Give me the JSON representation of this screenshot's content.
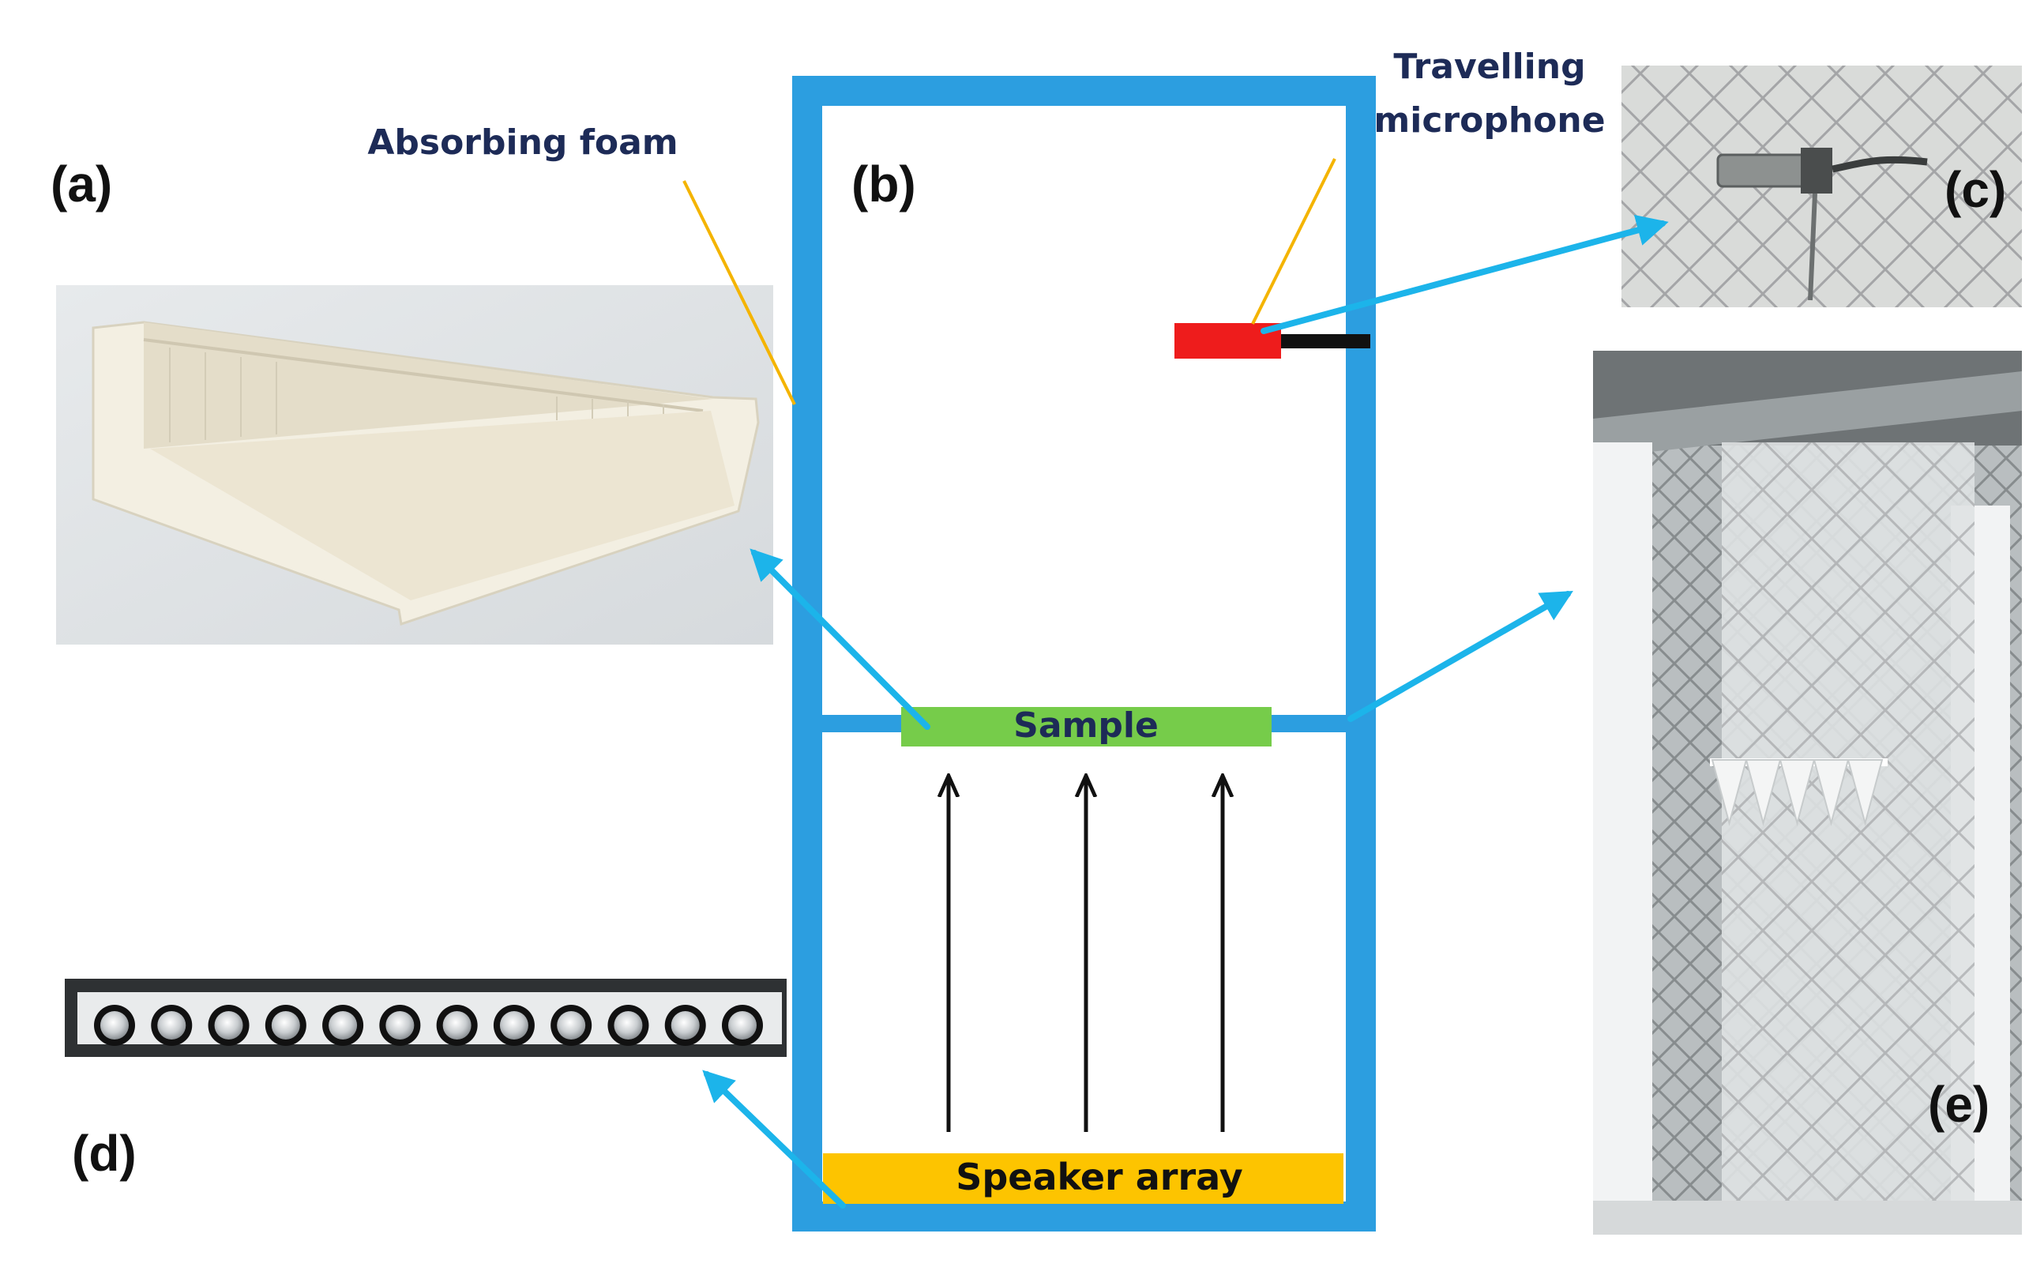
{
  "figure": {
    "panels": {
      "a": "(a)",
      "b": "(b)",
      "c": "(c)",
      "d": "(d)",
      "e": "(e)"
    },
    "labels": {
      "absorbing_foam": "Absorbing foam",
      "travelling_microphone_line1": "Travelling",
      "travelling_microphone_line2": "microphone",
      "sample": "Sample",
      "speaker_array": "Speaker array"
    },
    "speaker_count": 12,
    "foam_wedge_count": 5,
    "colors": {
      "tube_frame": "#2c9ee0",
      "pointer_arrow": "#1cb4ea",
      "leader_line": "#f4b400",
      "sample": "#76cc4a",
      "speaker_array": "#fdc400",
      "microphone": "#ee1c1c",
      "label_text": "#1d2b57",
      "text_black": "#111111"
    },
    "icons": {
      "sound_wave": "up-arrow-icon",
      "pointer": "diagonal-arrow-icon"
    }
  }
}
